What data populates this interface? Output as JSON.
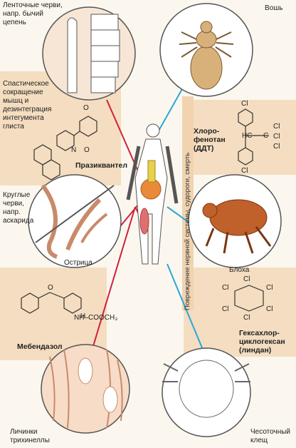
{
  "labels": {
    "tapeworm": "Ленточные черви,\nнапр. бычий\nцепень",
    "louse": "Вошь",
    "spastic": "Спастическое\nсокращение\nмышц и\nдезинтеграция\nинтегумента\nглиста",
    "praziquantel": "Празиквантел",
    "ddt_name": "Хлоро-\nфенотан\n(ДДТ)",
    "nervous": "Повреждение нервной системы, судороги, смерть",
    "roundworms": "Круглые\nчерви,\nнапр.\nаскарида",
    "pinworm": "Острица",
    "flea": "Блоха",
    "mebendazole": "Мебендазол",
    "lindane": "Гексахлор-\nциклогексан\n(линдан)",
    "trichinella": "Личинки\nтрихинеллы",
    "mite": "Чесоточный\nклещ",
    "o": "O",
    "n": "N",
    "cl": "Cl",
    "h": "H",
    "hc": "HC",
    "c": "C",
    "nh_cooch3": "NH–COOCH₃"
  },
  "colors": {
    "panel": "#f4ddc0",
    "red_line": "#d0203c",
    "blue_line": "#2aa7d8",
    "worm": "#c98a6a",
    "louse": "#d8b07a",
    "flea": "#c0602a"
  }
}
